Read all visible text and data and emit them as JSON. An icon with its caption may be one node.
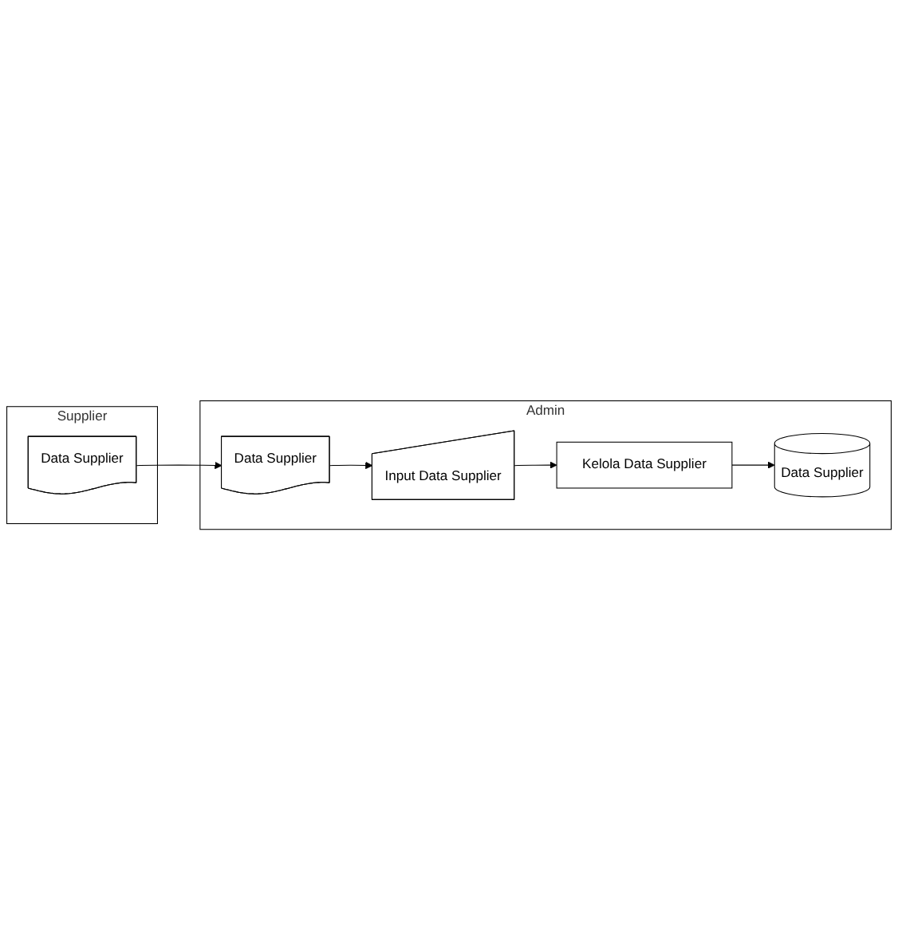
{
  "diagram": {
    "nodes": [
      {
        "text": [
          "Supplier"
        ]
      },
      {
        "text": [
          "Admin"
        ]
      },
      {
        "text": [
          "Data Supplier"
        ],
        "in": 0
      },
      {
        "text": [
          "Data Supplier"
        ],
        "in": 1
      },
      {
        "text": [
          "Input Data Supplier"
        ],
        "in": 1
      },
      {
        "text": [
          "Kelola Data Supplier"
        ],
        "in": 1
      },
      {
        "text": [
          "Data Supplier"
        ],
        "in": 1
      }
    ],
    "edges": [
      {
        "from": 2,
        "to": 3,
        "arrow": "to"
      },
      {
        "from": 3,
        "to": 4,
        "arrow": "to"
      },
      {
        "from": 4,
        "to": 5,
        "arrow": "to"
      },
      {
        "from": 5,
        "to": 6,
        "arrow": "to"
      }
    ]
  }
}
